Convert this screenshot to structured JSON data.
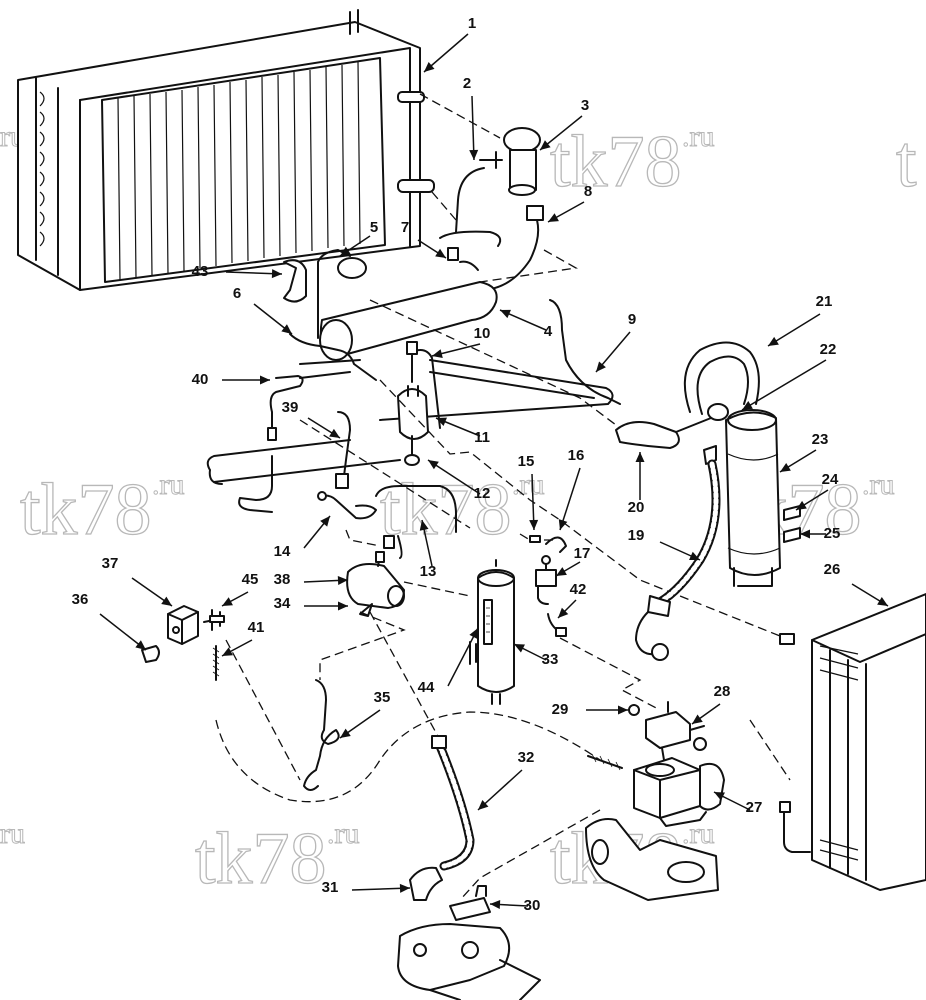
{
  "watermark": {
    "main": "tk78",
    "suffix": ".ru",
    "edge_left": "ru",
    "edge_right": "t"
  },
  "callouts": [
    {
      "id": "1",
      "label": "1"
    },
    {
      "id": "2",
      "label": "2"
    },
    {
      "id": "3",
      "label": "3"
    },
    {
      "id": "4",
      "label": "4"
    },
    {
      "id": "5",
      "label": "5"
    },
    {
      "id": "6",
      "label": "6"
    },
    {
      "id": "7",
      "label": "7"
    },
    {
      "id": "8",
      "label": "8"
    },
    {
      "id": "9",
      "label": "9"
    },
    {
      "id": "10",
      "label": "10"
    },
    {
      "id": "11",
      "label": "11"
    },
    {
      "id": "12",
      "label": "12"
    },
    {
      "id": "13",
      "label": "13"
    },
    {
      "id": "14",
      "label": "14"
    },
    {
      "id": "15",
      "label": "15"
    },
    {
      "id": "16",
      "label": "16"
    },
    {
      "id": "17",
      "label": "17"
    },
    {
      "id": "19",
      "label": "19"
    },
    {
      "id": "20",
      "label": "20"
    },
    {
      "id": "21",
      "label": "21"
    },
    {
      "id": "22",
      "label": "22"
    },
    {
      "id": "23",
      "label": "23"
    },
    {
      "id": "24",
      "label": "24"
    },
    {
      "id": "25",
      "label": "25"
    },
    {
      "id": "26",
      "label": "26"
    },
    {
      "id": "27",
      "label": "27"
    },
    {
      "id": "28",
      "label": "28"
    },
    {
      "id": "29",
      "label": "29"
    },
    {
      "id": "30",
      "label": "30"
    },
    {
      "id": "31",
      "label": "31"
    },
    {
      "id": "32",
      "label": "32"
    },
    {
      "id": "33",
      "label": "33"
    },
    {
      "id": "34",
      "label": "34"
    },
    {
      "id": "35",
      "label": "35"
    },
    {
      "id": "36",
      "label": "36"
    },
    {
      "id": "37",
      "label": "37"
    },
    {
      "id": "38",
      "label": "38"
    },
    {
      "id": "39",
      "label": "39"
    },
    {
      "id": "40",
      "label": "40"
    },
    {
      "id": "41",
      "label": "41"
    },
    {
      "id": "42",
      "label": "42"
    },
    {
      "id": "43",
      "label": "43"
    },
    {
      "id": "44",
      "label": "44"
    },
    {
      "id": "45",
      "label": "45"
    }
  ]
}
